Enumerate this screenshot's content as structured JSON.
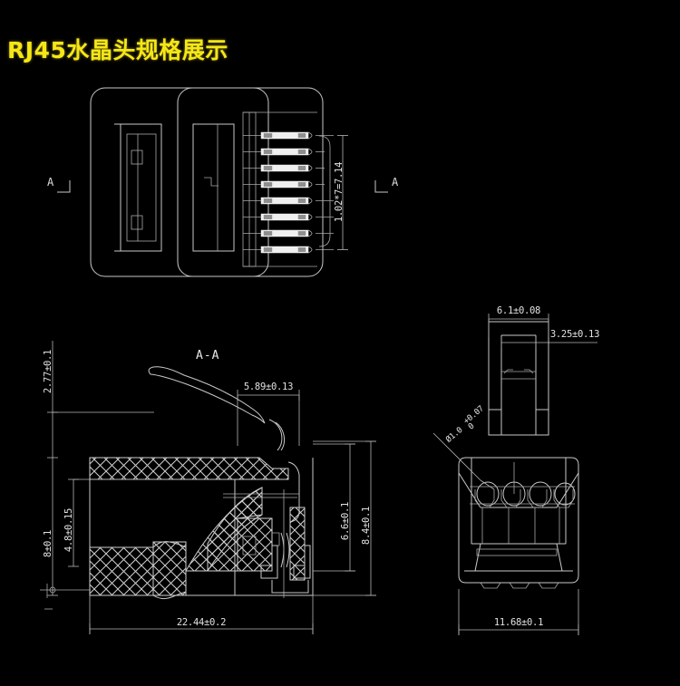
{
  "page": {
    "title": "RJ45水晶头规格展示",
    "background_color": "#000000",
    "title_color": "#f5e617",
    "line_color": "#c9c9c9"
  },
  "views": {
    "top": {
      "name": "top-assembly-views",
      "section_marker_left": "A",
      "section_marker_right": "A",
      "pin_pitch_dimension": "1.02*7=7.14",
      "pin_count": 8
    },
    "section": {
      "name": "section-a-a",
      "label": "A-A",
      "dimensions": {
        "overall_height": "2.77±0.1",
        "body_height": "8±0.1",
        "inner_height": "4.8±0.15",
        "latch_offset": "5.89±0.13",
        "rear_height": "6.6±0.1",
        "front_height": "8.4±0.1",
        "overall_length": "22.44±0.2"
      }
    },
    "front": {
      "name": "front-view",
      "dimensions": {
        "latch_width": "6.1±0.08",
        "latch_step": "3.25±0.13",
        "hole_diameter": "Ø1.0",
        "hole_tolerance_upper": "+0.07",
        "hole_tolerance_lower": "0",
        "overall_width": "11.68±0.1"
      }
    }
  },
  "chart_data": {
    "type": "table",
    "title": "RJ45水晶头规格展示",
    "categories": [
      "2.77±0.1",
      "8±0.1",
      "4.8±0.15",
      "5.89±0.13",
      "6.6±0.1",
      "8.4±0.1",
      "22.44±0.2",
      "6.1±0.08",
      "3.25±0.13",
      "11.68±0.1",
      "1.02*7=7.14",
      "Ø1.0 +0.07/0"
    ],
    "values": [
      2.77,
      8,
      4.8,
      5.89,
      6.6,
      8.4,
      22.44,
      6.1,
      3.25,
      11.68,
      7.14,
      1.0
    ]
  }
}
